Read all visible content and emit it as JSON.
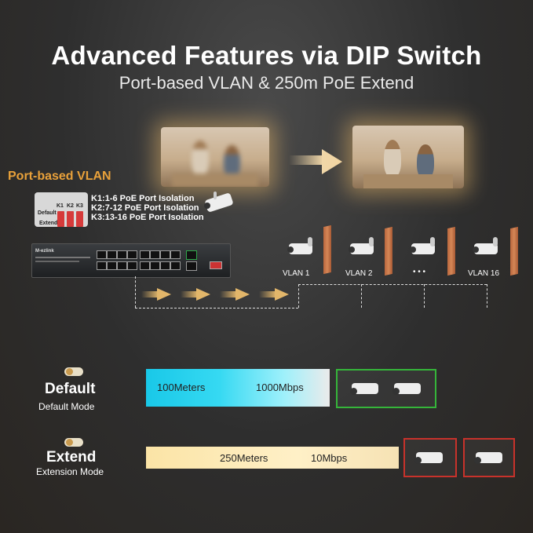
{
  "header": {
    "title": "Advanced Features via DIP Switch",
    "subtitle": "Port-based VLAN & 250m PoE Extend"
  },
  "vlan_section": {
    "title": "Port-based VLAN",
    "dip": {
      "keys": [
        "K1",
        "K2",
        "K3"
      ],
      "default_label": "Default",
      "extend_label": "Extend"
    },
    "lines": [
      "K1:1-6 PoE Port Isolation",
      "K2:7-12 PoE Port Isolation",
      "K3:13-16 PoE Port Isolation"
    ],
    "switch_brand": "M-ezlink",
    "vlans": [
      "VLAN 1",
      "VLAN 2",
      "• • •",
      "VLAN 16"
    ]
  },
  "modes": {
    "default": {
      "name": "Default",
      "subtitle": "Default Mode",
      "distance": "100Meters",
      "speed": "1000Mbps",
      "box_color": "#35b53a"
    },
    "extend": {
      "name": "Extend",
      "subtitle": "Extension Mode",
      "distance": "250Meters",
      "speed": "10Mbps",
      "box_color": "#c8322b"
    }
  },
  "colors": {
    "accent": "#e9a13a",
    "arrow": "#e2b66a"
  },
  "icons": [
    "camera-icon",
    "arrow-right-icon",
    "toggle-icon",
    "dip-switch-icon"
  ]
}
